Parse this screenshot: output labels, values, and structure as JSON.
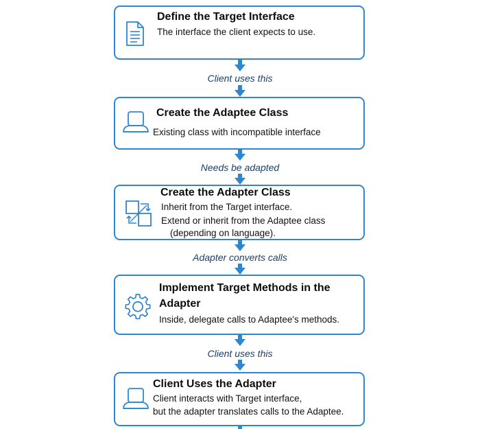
{
  "steps": [
    {
      "title": "Define the Target Interface",
      "lines": [
        "The interface the client expects to use."
      ],
      "icon": "document-icon"
    },
    {
      "title": "Create the Adaptee Class",
      "lines": [
        "Existing class with incompatible interface"
      ],
      "icon": "laptop-user-icon"
    },
    {
      "title": "Create the Adapter Class",
      "lines": [
        "Inherit from the Target interface.",
        "Extend or inherit from the Adaptee class",
        "(depending on language)."
      ],
      "icon": "adapter-squares-icon"
    },
    {
      "title_lines": [
        "Implement Target Methods in the",
        "Adapter"
      ],
      "lines": [
        "Inside, delegate calls to Adaptee's methods."
      ],
      "icon": "gear-icon"
    },
    {
      "title": "Client Uses the Adapter",
      "lines": [
        "Client interacts with Target interface,",
        "but the adapter translates calls to the Adaptee."
      ],
      "icon": "laptop-user-icon"
    }
  ],
  "connectors": [
    "Client uses this",
    "Needs be adapted",
    "Adapter converts calls",
    "Client uses this"
  ],
  "colors": {
    "border": "#2f86d0",
    "arrow": "#2f86d0",
    "icon": "#2f86d0",
    "label": "#1b3f6a"
  }
}
